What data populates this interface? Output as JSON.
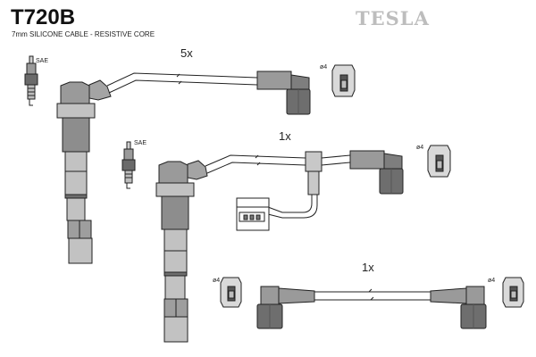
{
  "header": {
    "part_number": "T720B",
    "cable_spec": "7mm SILICONE CABLE - RESISTIVE CORE",
    "brand": "TESLA"
  },
  "labels": {
    "plug_standard_1": "SAE",
    "plug_standard_2": "SAE",
    "qty_1": "5x",
    "qty_2": "1x",
    "qty_3": "1x",
    "terminal_1": "ø4",
    "terminal_2": "ø4",
    "terminal_3": "ø4",
    "terminal_4": "ø4"
  }
}
